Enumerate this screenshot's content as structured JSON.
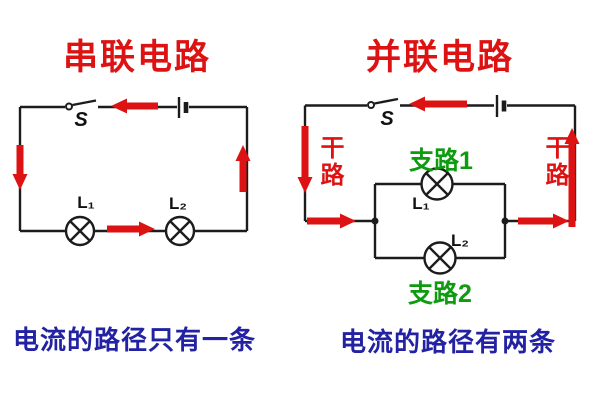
{
  "colors": {
    "red": "#dd1313",
    "green": "#0f9b10",
    "blue": "#2222a2",
    "wire": "#1c1c1c",
    "bg": "#ffffff"
  },
  "series": {
    "title": "串联电路",
    "switch_label": "S",
    "lamp1_label": "L₁",
    "lamp2_label": "L₂",
    "caption": "电流的路径只有一条"
  },
  "parallel": {
    "title": "并联电路",
    "switch_label": "S",
    "lamp1_label": "L₁",
    "lamp2_label": "L₂",
    "branch1_label": "支路1",
    "branch2_label": "支路2",
    "trunk_left_label": "干路",
    "trunk_right_label": "干路",
    "caption": "电流的路径有两条"
  }
}
